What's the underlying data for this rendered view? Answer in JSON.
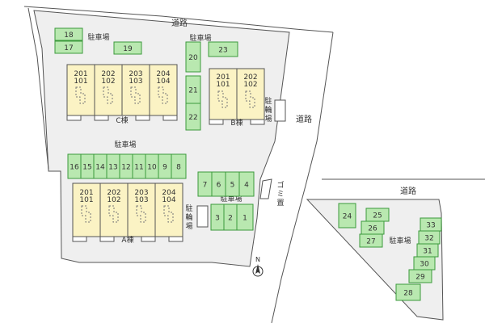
{
  "labels": {
    "road_top": "道路",
    "road_right": "道路",
    "road_far_right": "道路",
    "parking_topleft": "駐車場",
    "parking_topcenter": "駐車場",
    "parking_middle": "駐車場",
    "parking_lower": "駐車場",
    "parking_right": "駐車場",
    "bike_b": "駐輪場",
    "bike_a": "駐輪場",
    "garbage": "ゴミ置場",
    "north": "N"
  },
  "buildings": {
    "C": {
      "name": "C棟",
      "units": [
        [
          "201",
          "101"
        ],
        [
          "202",
          "102"
        ],
        [
          "203",
          "103"
        ],
        [
          "204",
          "104"
        ]
      ]
    },
    "B": {
      "name": "B棟",
      "units": [
        [
          "201",
          "101"
        ],
        [
          "202",
          "102"
        ]
      ]
    },
    "A": {
      "name": "A棟",
      "units": [
        [
          "201",
          "101"
        ],
        [
          "202",
          "102"
        ],
        [
          "203",
          "103"
        ],
        [
          "204",
          "104"
        ]
      ]
    }
  },
  "parking_spaces": [
    "18",
    "17",
    "19",
    "20",
    "23",
    "21",
    "22",
    "16",
    "15",
    "14",
    "13",
    "12",
    "11",
    "10",
    "9",
    "8",
    "7",
    "6",
    "5",
    "4",
    "3",
    "2",
    "1",
    "24",
    "25",
    "26",
    "27",
    "33",
    "32",
    "31",
    "30",
    "29",
    "28"
  ]
}
